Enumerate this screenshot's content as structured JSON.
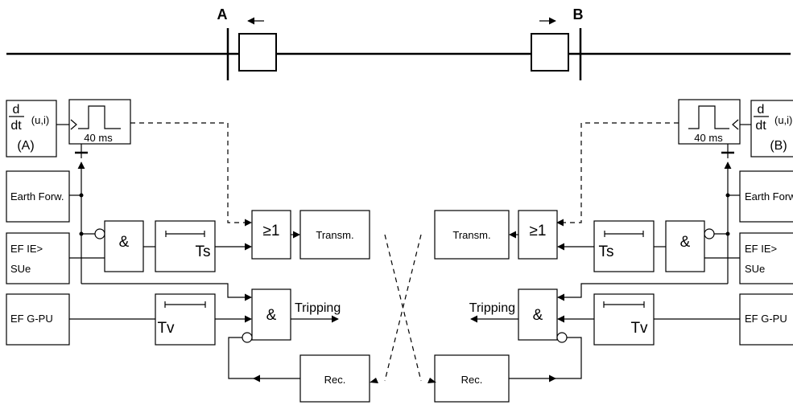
{
  "station_a": {
    "label": "A"
  },
  "station_b": {
    "label": "B"
  },
  "side_a": {
    "derivative": {
      "d": "d",
      "dt": "dt",
      "ui": "(u,i)",
      "tag": "(A)"
    },
    "pulse": {
      "duration": "40 ms"
    },
    "earth_forward": "Earth Forw.",
    "ef_ie_line1": "EF IE>",
    "ef_ie_line2": "SUe",
    "ef_gpu": "EF G-PU",
    "and_gate": "&",
    "or_gate": "≥1",
    "ts_timer": "Ts",
    "tv_timer": "Tv",
    "trip_and": "&",
    "tripping": "Tripping",
    "transmitter": "Transm.",
    "receiver": "Rec."
  },
  "side_b": {
    "derivative": {
      "d": "d",
      "dt": "dt",
      "ui": "(u,i)",
      "tag": "(B)"
    },
    "pulse": {
      "duration": "40 ms"
    },
    "earth_forward": "Earth Forw.",
    "ef_ie_line1": "EF IE>",
    "ef_ie_line2": "SUe",
    "ef_gpu": "EF G-PU",
    "and_gate": "&",
    "or_gate": "≥1",
    "ts_timer": "Ts",
    "tv_timer": "Tv",
    "trip_and": "&",
    "tripping": "Tripping",
    "transmitter": "Transm.",
    "receiver": "Rec."
  }
}
